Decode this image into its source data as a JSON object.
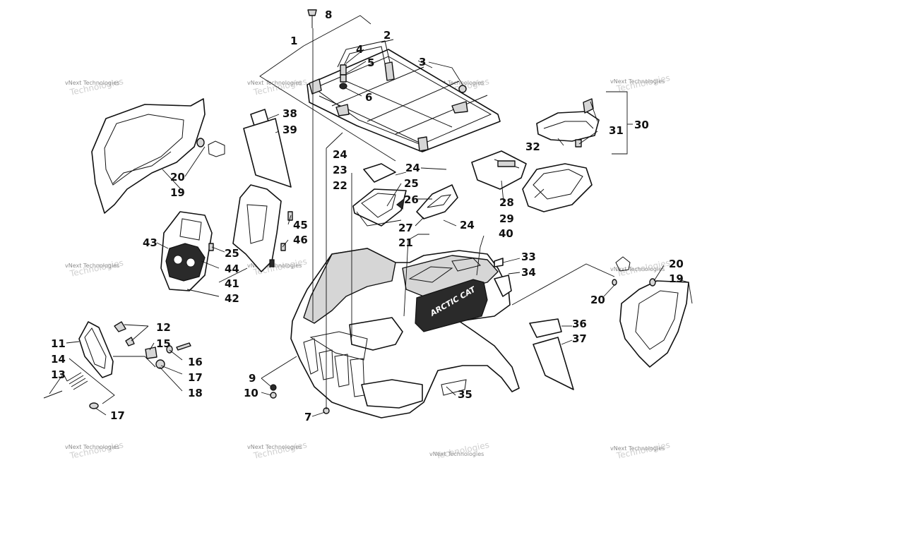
{
  "diagram": {
    "decal_text": "ARCTIC CAT",
    "watermark": {
      "line1": "vNext Technologies",
      "line2": "Technologies"
    },
    "callouts": {
      "c1": "1",
      "c2": "2",
      "c3": "3",
      "c4": "4",
      "c5": "5",
      "c6": "6",
      "c7": "7",
      "c8": "8",
      "c9": "9",
      "c10": "10",
      "c11": "11",
      "c12": "12",
      "c13": "13",
      "c14": "14",
      "c15": "15",
      "c16": "16",
      "c17a": "17",
      "c17b": "17",
      "c18": "18",
      "c19a": "19",
      "c19b": "19",
      "c20a": "20",
      "c20b": "20",
      "c20c": "20",
      "c21": "21",
      "c22": "22",
      "c23": "23",
      "c24a": "24",
      "c24b": "24",
      "c24c": "24",
      "c25a": "25",
      "c25b": "25",
      "c26": "26",
      "c27": "27",
      "c28": "28",
      "c29": "29",
      "c30": "30",
      "c31": "31",
      "c32": "32",
      "c33": "33",
      "c34": "34",
      "c35": "35",
      "c36": "36",
      "c37": "37",
      "c38": "38",
      "c39": "39",
      "c40": "40",
      "c41": "41",
      "c42": "42",
      "c43": "43",
      "c44": "44",
      "c45": "45",
      "c46": "46"
    }
  }
}
